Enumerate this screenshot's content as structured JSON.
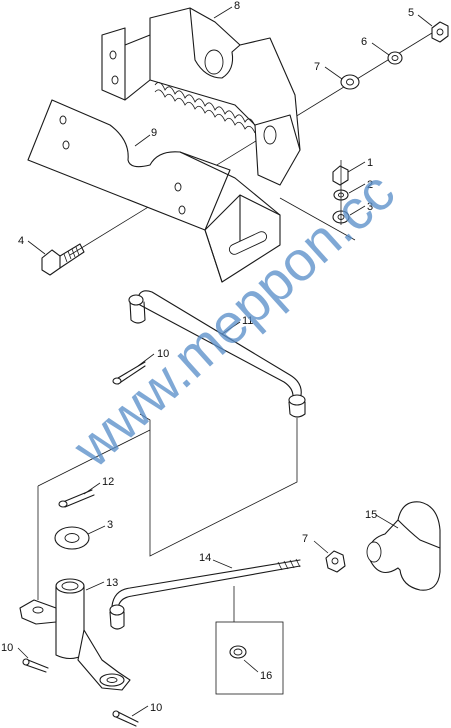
{
  "callouts": {
    "c1": "1",
    "c2": "2",
    "c3a": "3",
    "c3b": "3",
    "c4": "4",
    "c5": "5",
    "c6": "6",
    "c7a": "7",
    "c7b": "7",
    "c8": "8",
    "c9": "9",
    "c10a": "10",
    "c10b": "10",
    "c10c": "10",
    "c11": "11",
    "c12": "12",
    "c13": "13",
    "c14": "14",
    "c15": "15",
    "c16": "16"
  },
  "watermark": {
    "text": "www.meppon.cc",
    "color": "#5b8fc9"
  }
}
